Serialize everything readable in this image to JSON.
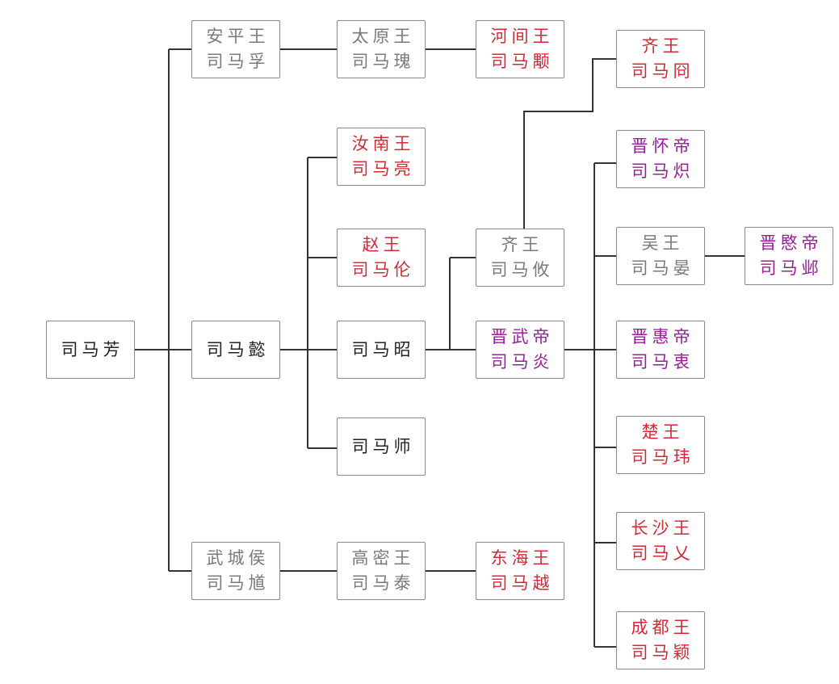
{
  "title": "司马氏家族谱系",
  "colors": {
    "line": "#333333",
    "black": "#222222",
    "gray": "#7a7a7a",
    "red": "#d42a35",
    "purple": "#9a1e9a"
  },
  "nodes": {
    "sima_fang": {
      "title": "",
      "name": "司马芳",
      "color": "black"
    },
    "sima_fu": {
      "title": "安平王",
      "name": "司马孚",
      "color": "gray"
    },
    "sima_yi": {
      "title": "",
      "name": "司马懿",
      "color": "black"
    },
    "sima_kui": {
      "title": "武城侯",
      "name": "司马馗",
      "color": "gray"
    },
    "sima_gui": {
      "title": "太原王",
      "name": "司马瑰",
      "color": "gray"
    },
    "sima_liang": {
      "title": "汝南王",
      "name": "司马亮",
      "color": "red"
    },
    "sima_lun": {
      "title": "赵王",
      "name": "司马伦",
      "color": "red"
    },
    "sima_zhao": {
      "title": "",
      "name": "司马昭",
      "color": "black"
    },
    "sima_shi": {
      "title": "",
      "name": "司马师",
      "color": "black"
    },
    "sima_tai": {
      "title": "高密王",
      "name": "司马泰",
      "color": "gray"
    },
    "sima_yong": {
      "title": "河间王",
      "name": "司马颙",
      "color": "red"
    },
    "sima_you": {
      "title": "齐王",
      "name": "司马攸",
      "color": "gray"
    },
    "sima_yan": {
      "title": "晋武帝",
      "name": "司马炎",
      "color": "purple"
    },
    "sima_yue": {
      "title": "东海王",
      "name": "司马越",
      "color": "red"
    },
    "sima_jiong": {
      "title": "齐王",
      "name": "司马冏",
      "color": "red"
    },
    "sima_chi": {
      "title": "晋怀帝",
      "name": "司马炽",
      "color": "purple"
    },
    "sima_yan_wu": {
      "title": "吴王",
      "name": "司马晏",
      "color": "gray"
    },
    "sima_zhong": {
      "title": "晋惠帝",
      "name": "司马衷",
      "color": "purple"
    },
    "sima_wei": {
      "title": "楚王",
      "name": "司马玮",
      "color": "red"
    },
    "sima_ai": {
      "title": "长沙王",
      "name": "司马乂",
      "color": "red"
    },
    "sima_ying": {
      "title": "成都王",
      "name": "司马颖",
      "color": "red"
    },
    "sima_ye": {
      "title": "晋愍帝",
      "name": "司马邺",
      "color": "purple"
    }
  },
  "edges": [
    [
      "sima_fang",
      "sima_fu"
    ],
    [
      "sima_fang",
      "sima_yi"
    ],
    [
      "sima_fang",
      "sima_kui"
    ],
    [
      "sima_fu",
      "sima_gui"
    ],
    [
      "sima_gui",
      "sima_yong"
    ],
    [
      "sima_yi",
      "sima_liang"
    ],
    [
      "sima_yi",
      "sima_lun"
    ],
    [
      "sima_yi",
      "sima_zhao"
    ],
    [
      "sima_yi",
      "sima_shi"
    ],
    [
      "sima_zhao",
      "sima_you"
    ],
    [
      "sima_zhao",
      "sima_yan"
    ],
    [
      "sima_you",
      "sima_jiong"
    ],
    [
      "sima_yan",
      "sima_chi"
    ],
    [
      "sima_yan",
      "sima_yan_wu"
    ],
    [
      "sima_yan",
      "sima_zhong"
    ],
    [
      "sima_yan",
      "sima_wei"
    ],
    [
      "sima_yan",
      "sima_ai"
    ],
    [
      "sima_yan",
      "sima_ying"
    ],
    [
      "sima_yan_wu",
      "sima_ye"
    ],
    [
      "sima_kui",
      "sima_tai"
    ],
    [
      "sima_tai",
      "sima_yue"
    ]
  ]
}
